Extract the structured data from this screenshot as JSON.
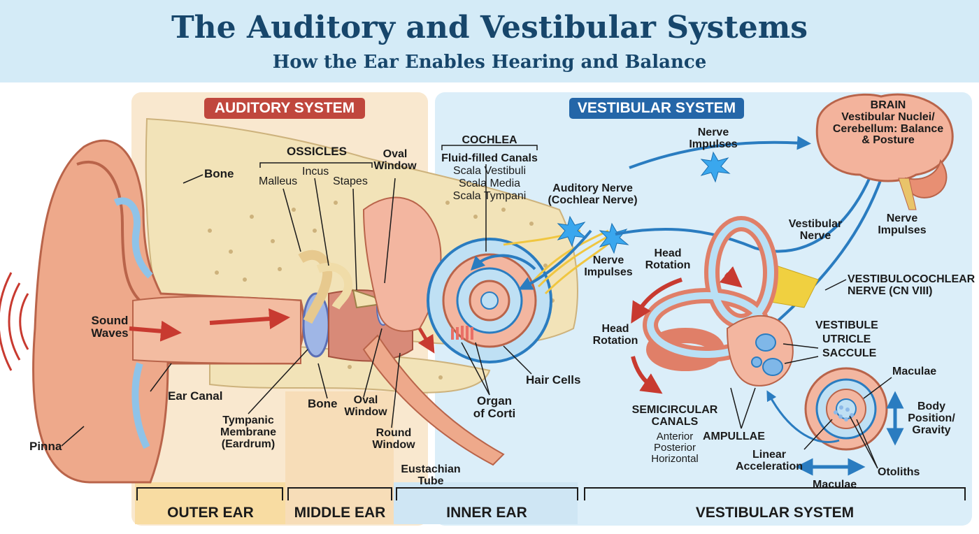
{
  "title": "The Auditory and Vestibular Systems",
  "subtitle": "How the Ear Enables Hearing and Balance",
  "sections": {
    "auditory": "AUDITORY SYSTEM",
    "vestibular": "VESTIBULAR SYSTEM"
  },
  "regions": {
    "outer_ear": "OUTER EAR",
    "middle_ear": "MIDDLE EAR",
    "inner_ear": "INNER EAR",
    "vestibular_system": "VESTIBULAR SYSTEM"
  },
  "labels": {
    "bone_top": "Bone",
    "ossicles": "OSSICLES",
    "malleus": "Malleus",
    "incus": "Incus",
    "stapes": "Stapes",
    "oval_window_top": "Oval\nWindow",
    "cochlea": "COCHLEA",
    "fluid_canals": "Fluid-filled Canals",
    "scala_vestibuli": "Scala Vestibuli",
    "scala_media": "Scala Media",
    "scala_tympani": "Scala Tympani",
    "auditory_nerve": "Auditory Nerve\n(Cochlear Nerve)",
    "nerve_impulses_top": "Nerve\nImpulses",
    "brain": "BRAIN\nVestibular Nuclei/\nCerebellum: Balance\n& Posture",
    "sound_waves": "Sound\nWaves",
    "ear_canal": "Ear Canal",
    "pinna": "Pinna",
    "tympanic_membrane": "Tympanic\nMembrane\n(Eardrum)",
    "bone_bottom": "Bone",
    "oval_window_bottom": "Oval\nWindow",
    "round_window": "Round\nWindow",
    "eustachian_tube": "Eustachian\nTube",
    "organ_of_corti": "Organ\nof Corti",
    "hair_cells": "Hair Cells",
    "nerve_impulses_mid": "Nerve\nImpulses",
    "vestibular_nerve": "Vestibular\nNerve",
    "nerve_impulses_right": "Nerve\nImpulses",
    "head_rotation_top": "Head\nRotation",
    "head_rotation_left": "Head\nRotation",
    "vestibulocochlear": "VESTIBULOCOCHLEAR\nNERVE (CN VIII)",
    "vestibule": "VESTIBULE",
    "utricle": "UTRICLE",
    "saccule": "SACCULE",
    "maculae_right": "Maculae",
    "body_position": "Body\nPosition/\nGravity",
    "semicircular": "SEMICIRCULAR\nCANALS",
    "canals_list": "Anterior\nPosterior\nHorizontal",
    "ampullae": "AMPULLAE",
    "linear_accel": "Linear\nAcceleration",
    "maculae_bottom": "Maculae",
    "otoliths": "Otoliths"
  },
  "colors": {
    "title": "#17466b",
    "auditory_banner": "#c0473d",
    "vestibular_banner": "#2466a8",
    "auditory_bg": "#f9e8cf",
    "vestibular_bg": "#dbeef9",
    "arrow_red": "#c83a30",
    "arrow_blue": "#2a7cc0",
    "skin": "#eea98b",
    "bone": "#f2e3b8"
  }
}
